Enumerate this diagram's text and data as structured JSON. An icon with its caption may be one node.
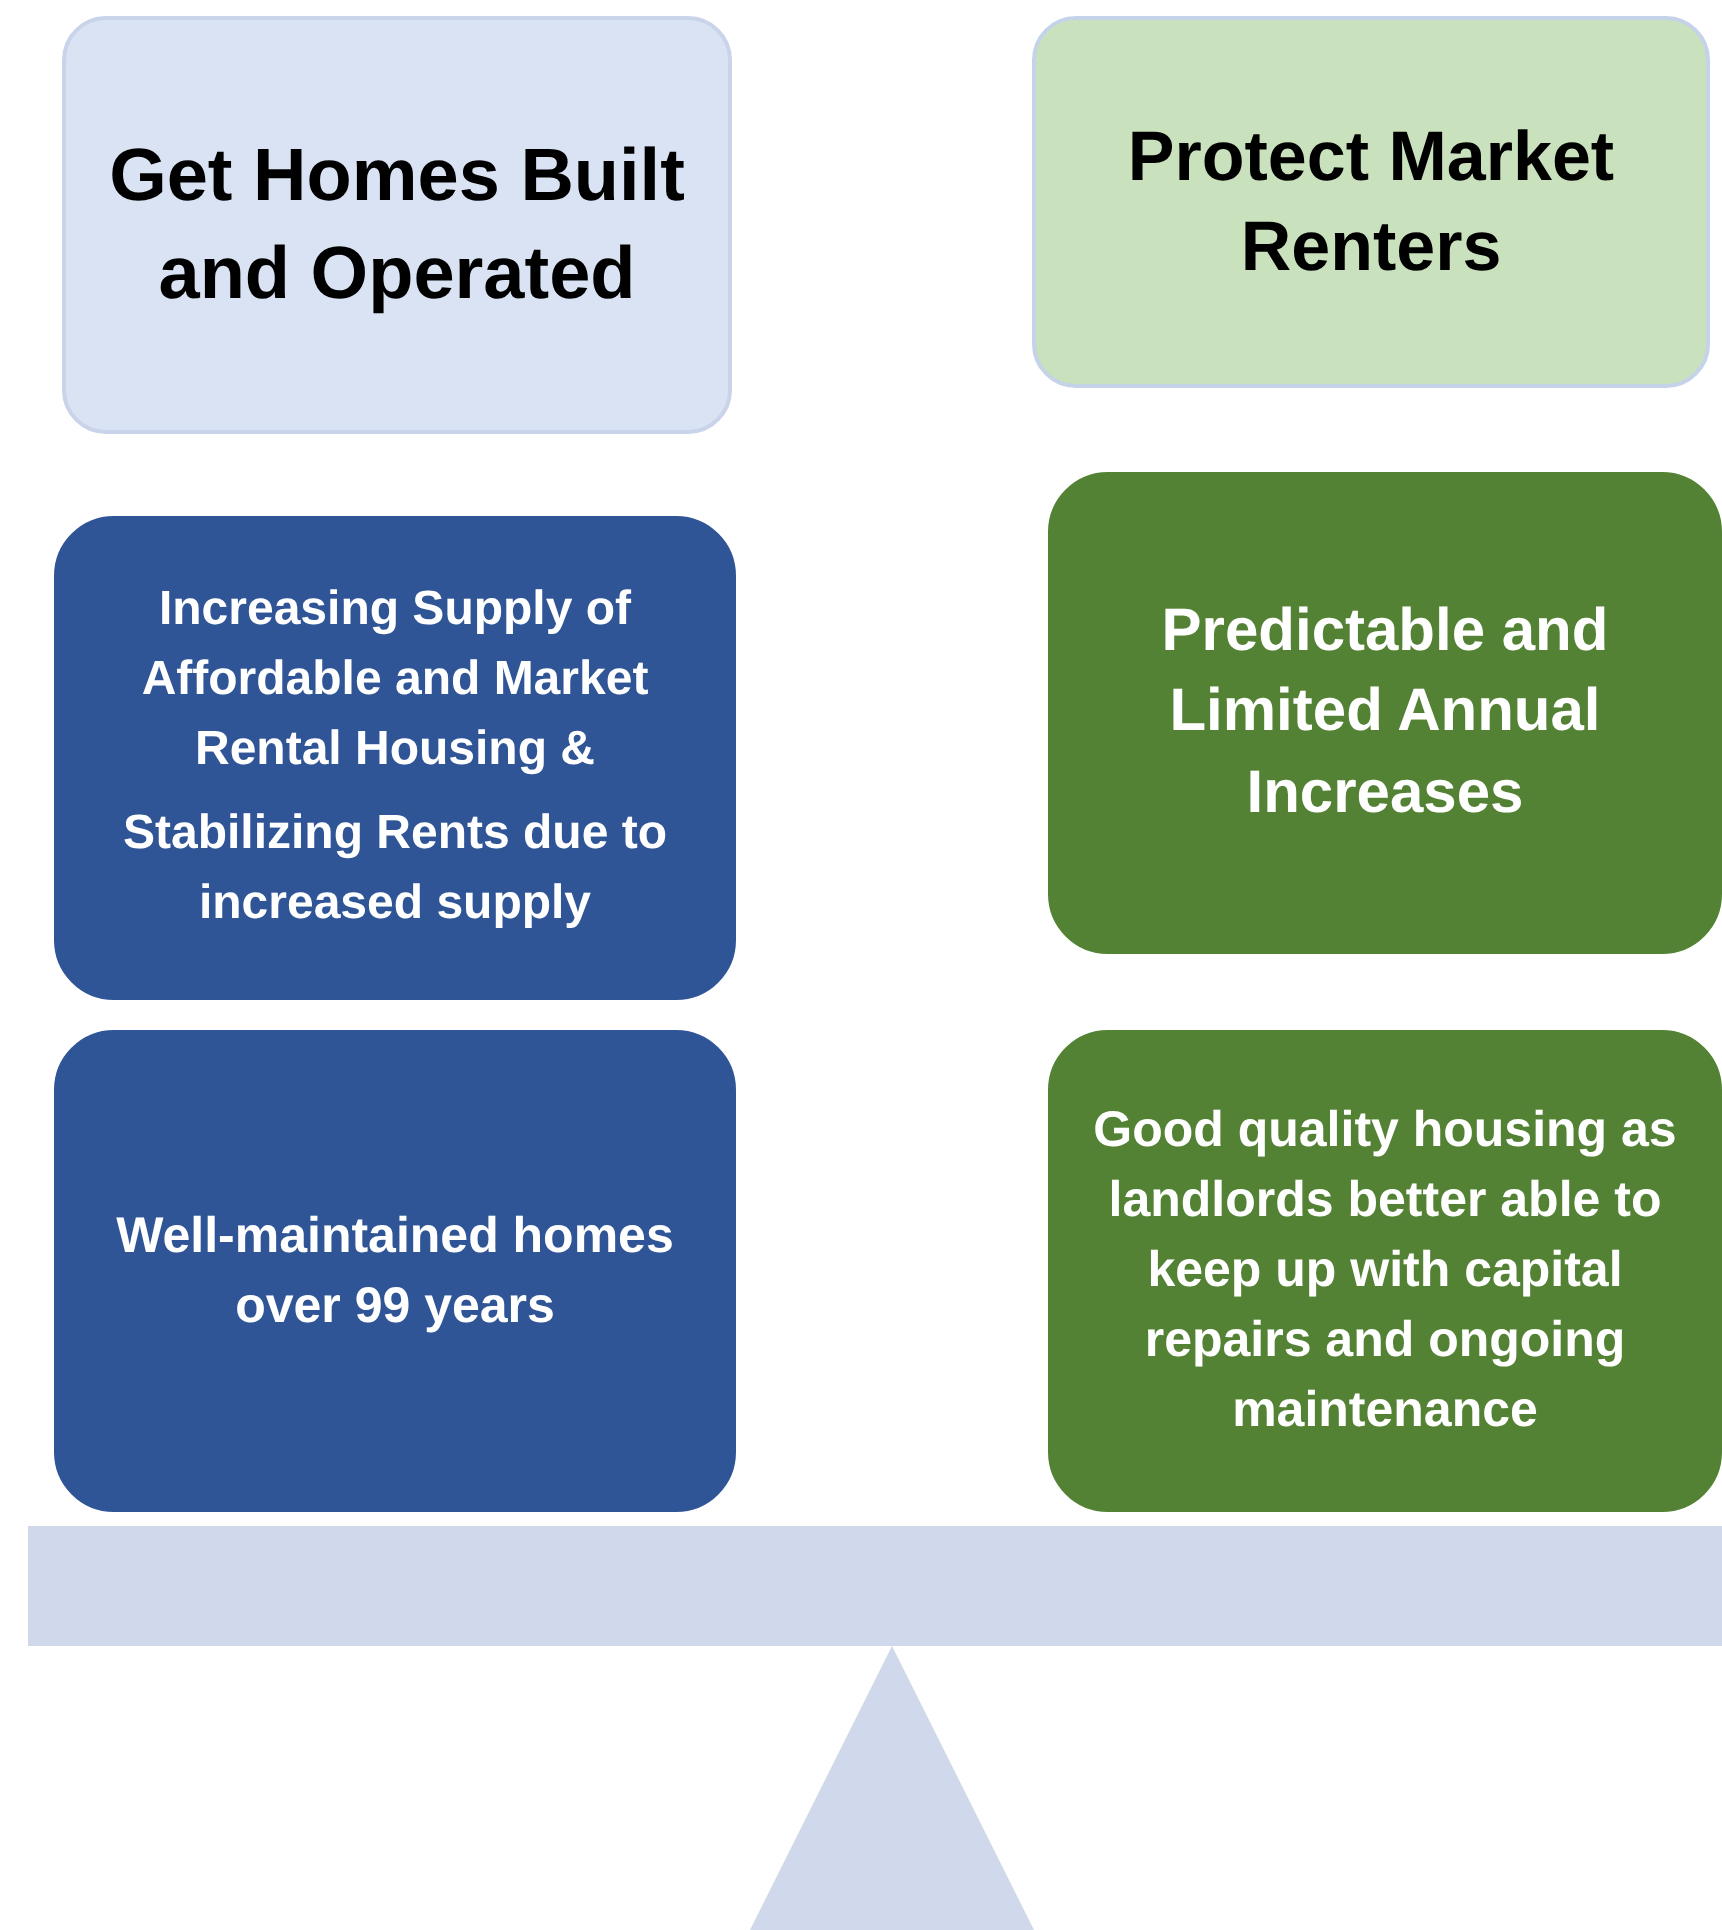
{
  "diagram": {
    "nodes": [
      {
        "text": [
          "Get Homes Built and Operated"
        ]
      },
      {
        "text": [
          "Protect Market Renters"
        ]
      },
      {
        "text": [
          "Increasing Supply of Affordable and Market Rental Housing &",
          "Stabilizing Rents due to increased supply"
        ]
      },
      {
        "text": [
          "Predictable and Limited Annual Increases"
        ]
      },
      {
        "text": [
          "Well-maintained homes over 99 years"
        ]
      },
      {
        "text": [
          "Good quality housing as landlords better able to keep up with capital repairs and ongoing maintenance"
        ]
      }
    ]
  }
}
